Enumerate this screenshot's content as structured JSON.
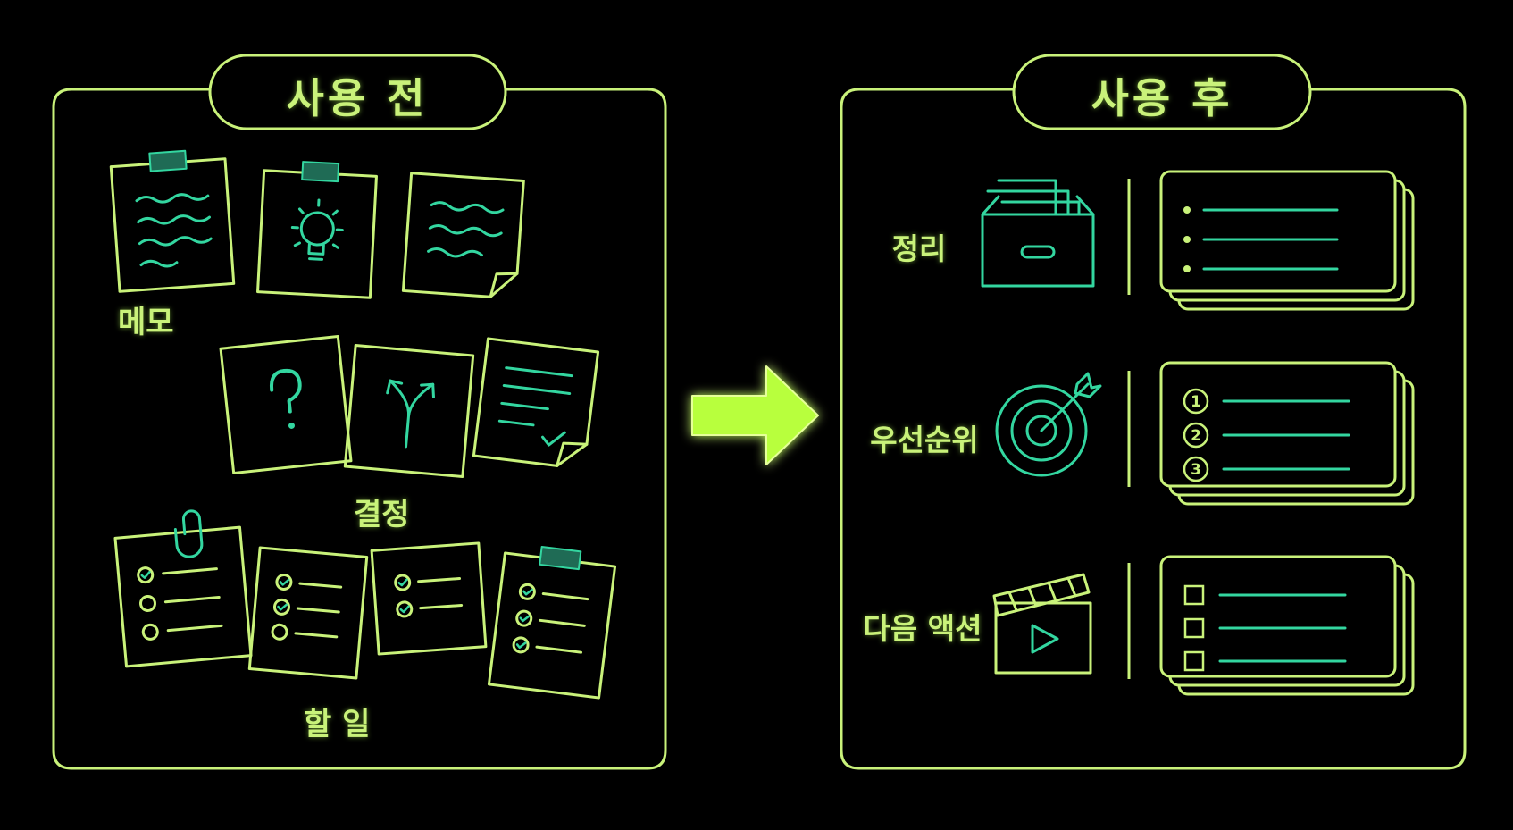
{
  "colors": {
    "background": "#000000",
    "outline": "#c9f27a",
    "icon": "#33d6a0",
    "arrow": "#b8ff3c"
  },
  "before_panel": {
    "title": "사용 전",
    "groups": [
      {
        "label": "메모",
        "icons": [
          "wavy-note-icon",
          "lightbulb-note-icon",
          "folded-wavy-note-icon"
        ]
      },
      {
        "label": "결정",
        "icons": [
          "question-note-icon",
          "fork-arrow-note-icon",
          "lines-check-note-icon"
        ]
      },
      {
        "label": "할 일",
        "icons": [
          "paperclip-checklist-icon",
          "checklist-icon",
          "checklist-icon",
          "taped-checklist-icon"
        ]
      }
    ]
  },
  "transition_arrow": {
    "icon": "right-arrow-icon"
  },
  "after_panel": {
    "title": "사용 후",
    "rows": [
      {
        "label": "정리",
        "icon": "file-box-icon",
        "card_markers": "bullets"
      },
      {
        "label": "우선순위",
        "icon": "target-icon",
        "card_markers": "numbers",
        "numbers": [
          "1",
          "2",
          "3"
        ]
      },
      {
        "label": "다음 액션",
        "icon": "clapperboard-icon",
        "card_markers": "checkboxes"
      }
    ]
  }
}
